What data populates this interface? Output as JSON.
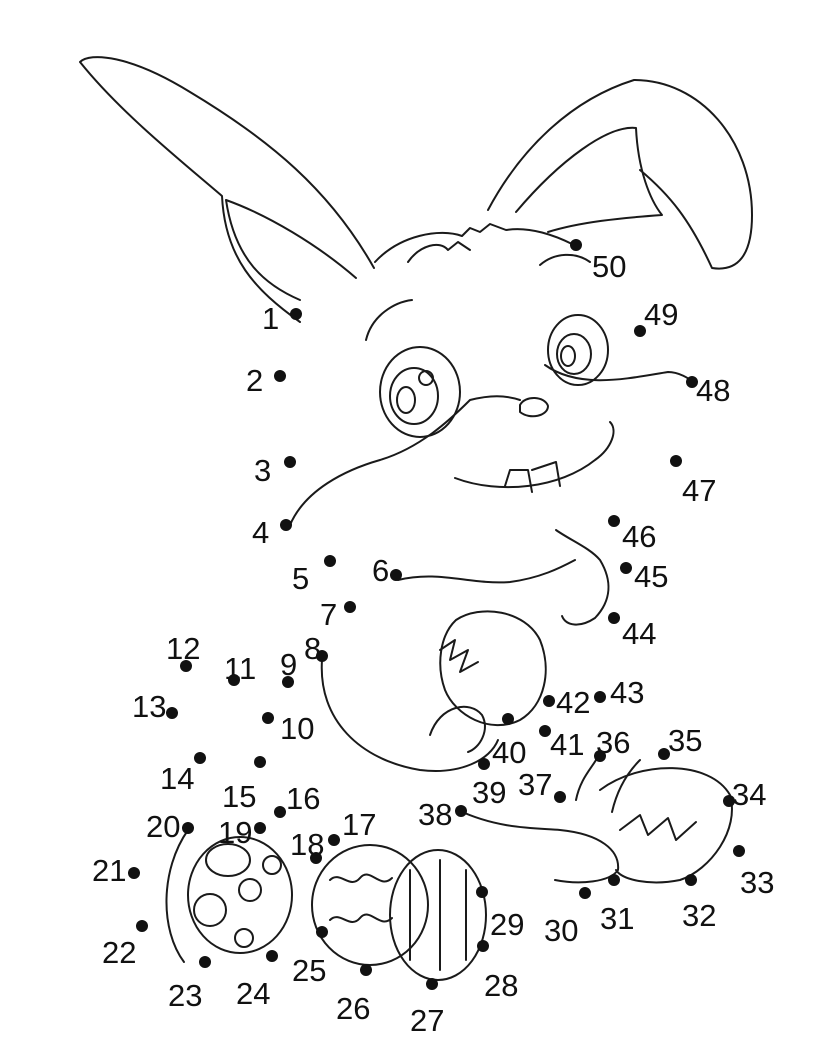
{
  "worksheet": {
    "type": "connect-the-dots",
    "subject": "Easter bunny holding Easter eggs",
    "ink_color": "#111111",
    "paper_color": "#ffffff",
    "dots": [
      {
        "n": "1"
      },
      {
        "n": "2"
      },
      {
        "n": "3"
      },
      {
        "n": "4"
      },
      {
        "n": "5"
      },
      {
        "n": "6"
      },
      {
        "n": "7"
      },
      {
        "n": "8"
      },
      {
        "n": "9"
      },
      {
        "n": "10"
      },
      {
        "n": "11"
      },
      {
        "n": "12"
      },
      {
        "n": "13"
      },
      {
        "n": "14"
      },
      {
        "n": "15"
      },
      {
        "n": "16"
      },
      {
        "n": "17"
      },
      {
        "n": "18"
      },
      {
        "n": "19"
      },
      {
        "n": "20"
      },
      {
        "n": "21"
      },
      {
        "n": "22"
      },
      {
        "n": "23"
      },
      {
        "n": "24"
      },
      {
        "n": "25"
      },
      {
        "n": "26"
      },
      {
        "n": "27"
      },
      {
        "n": "28"
      },
      {
        "n": "29"
      },
      {
        "n": "30"
      },
      {
        "n": "31"
      },
      {
        "n": "32"
      },
      {
        "n": "33"
      },
      {
        "n": "34"
      },
      {
        "n": "35"
      },
      {
        "n": "36"
      },
      {
        "n": "37"
      },
      {
        "n": "38"
      },
      {
        "n": "39"
      },
      {
        "n": "40"
      },
      {
        "n": "41"
      },
      {
        "n": "42"
      },
      {
        "n": "43"
      },
      {
        "n": "44"
      },
      {
        "n": "45"
      },
      {
        "n": "46"
      },
      {
        "n": "47"
      },
      {
        "n": "48"
      },
      {
        "n": "49"
      },
      {
        "n": "50"
      }
    ]
  }
}
